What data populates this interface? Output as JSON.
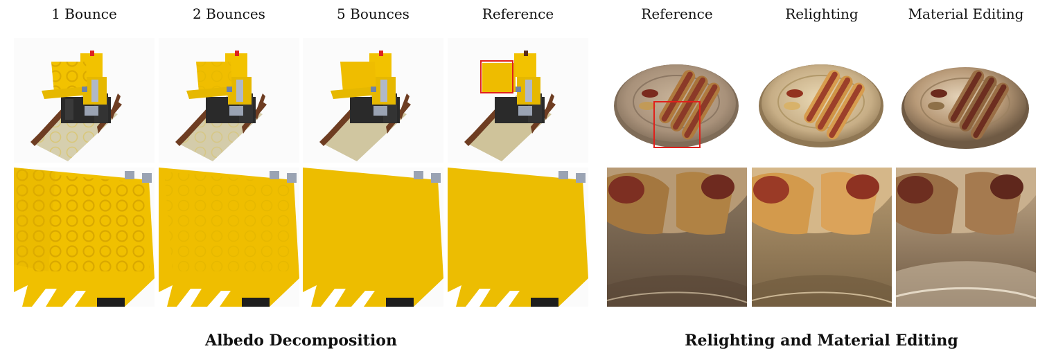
{
  "left_group": {
    "title": "Albedo Decomposition",
    "columns": [
      "1 Bounce",
      "2 Bounces",
      "5 Bounces",
      "Reference"
    ]
  },
  "right_group": {
    "title": "Relighting and Material Editing",
    "columns": [
      "Reference",
      "Relighting",
      "Material Editing"
    ]
  },
  "colors": {
    "lego_yellow": "#f2c200",
    "lego_floor": "#d6cfae",
    "plate": "#b9a48a",
    "highlight_box": "#e0201b"
  }
}
